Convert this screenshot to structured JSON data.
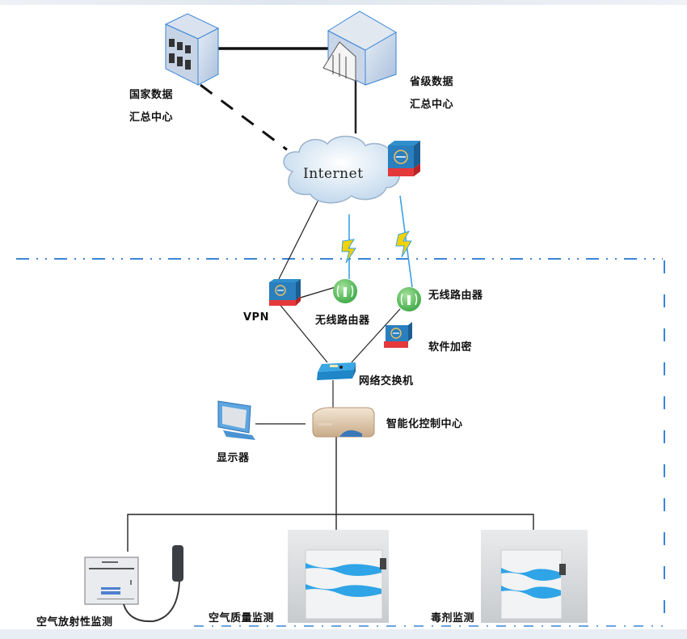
{
  "diagram": {
    "title": "",
    "nodes": {
      "national_center": {
        "label_line1": "国家数据",
        "label_line2": "汇总中心",
        "icon": "building-icon"
      },
      "provincial_center": {
        "label_line1": "省级数据",
        "label_line2": "汇总中心",
        "icon": "building-icon"
      },
      "internet": {
        "label": "Internet",
        "icon": "cloud-icon"
      },
      "firewall_top": {
        "icon": "firewall-icon"
      },
      "vpn": {
        "label": "VPN",
        "icon": "vpn-firewall-icon"
      },
      "router_left": {
        "label": "无线路由器",
        "icon": "wireless-router-icon"
      },
      "router_right": {
        "label": "无线路由器",
        "icon": "wireless-router-icon"
      },
      "software_encryption": {
        "label": "软件加密",
        "icon": "encryption-firewall-icon"
      },
      "switch": {
        "label": "网络交换机",
        "icon": "network-switch-icon"
      },
      "control_center": {
        "label": "智能化控制中心",
        "icon": "server-icon"
      },
      "monitor": {
        "label": "显示器",
        "icon": "monitor-icon"
      },
      "radioactivity": {
        "label": "空气放射性监测",
        "icon": "detector-box-icon"
      },
      "air_quality": {
        "label": "空气质量监测",
        "icon": "analyzer-icon"
      },
      "toxicant": {
        "label": "毒剂监测",
        "icon": "analyzer-icon"
      }
    },
    "connections": [
      {
        "from": "national_center",
        "to": "provincial_center",
        "style": "solid"
      },
      {
        "from": "national_center",
        "to": "internet",
        "style": "dashed"
      },
      {
        "from": "provincial_center",
        "to": "internet",
        "style": "solid"
      },
      {
        "from": "internet",
        "to": "vpn",
        "style": "solid"
      },
      {
        "from": "internet",
        "to": "router_left",
        "style": "wireless"
      },
      {
        "from": "internet",
        "to": "router_right",
        "style": "wireless"
      },
      {
        "from": "vpn",
        "to": "router_left",
        "style": "solid"
      },
      {
        "from": "vpn",
        "to": "switch",
        "style": "solid"
      },
      {
        "from": "router_right",
        "to": "switch",
        "style": "solid"
      },
      {
        "from": "switch",
        "to": "control_center",
        "style": "solid"
      },
      {
        "from": "monitor",
        "to": "control_center",
        "style": "solid"
      },
      {
        "from": "control_center",
        "to": "radioactivity",
        "style": "solid"
      },
      {
        "from": "control_center",
        "to": "air_quality",
        "style": "solid"
      },
      {
        "from": "control_center",
        "to": "toxicant",
        "style": "solid"
      }
    ],
    "colors": {
      "boundary": "#3a86d8",
      "line": "#222222",
      "wireless": "#3aa0e8",
      "bolt": "#f2d300",
      "firewall_blue": "#2a7fbf",
      "firewall_red": "#e5383b",
      "router_green": "#4cbb4f"
    }
  }
}
